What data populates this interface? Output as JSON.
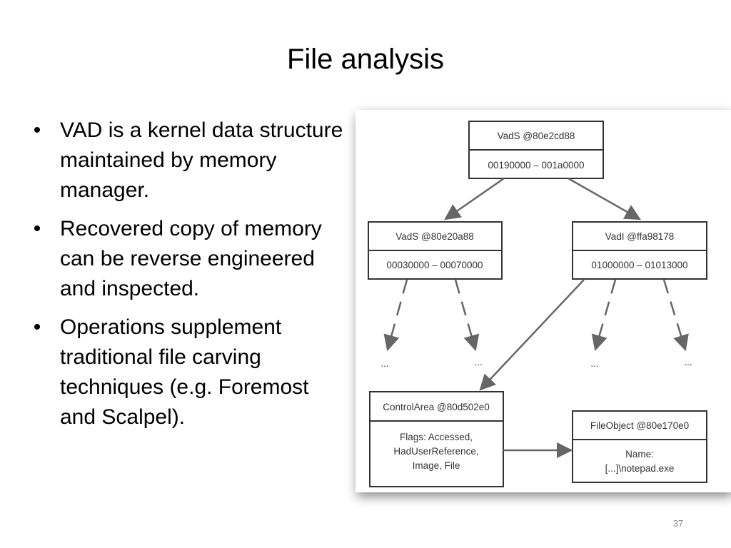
{
  "slide": {
    "title": "File analysis",
    "page_number": "37",
    "bullets": [
      "VAD is a kernel data structure maintained by memory manager.",
      "Recovered copy of memory can be reverse engineered and inspected.",
      "Operations supplement traditional file carving techniques (e.g. Foremost and Scalpel)."
    ],
    "bullet_char": "•"
  },
  "diagram": {
    "root": {
      "header": "VadS @80e2cd88",
      "body": "00190000 – 001a0000"
    },
    "left": {
      "header": "VadS @80e20a88",
      "body": "00030000 – 00070000"
    },
    "right": {
      "header": "VadI @ffa98178",
      "body": "01000000 – 01013000"
    },
    "ellipsis": "...",
    "control_area": {
      "header": "ControlArea @80d502e0",
      "body_lines": [
        "Flags: Accessed,",
        "HadUserReference,",
        "Image, File"
      ]
    },
    "file_object": {
      "header": "FileObject @80e170e0",
      "body_lines": [
        "Name:",
        "[...]\\notepad.exe"
      ]
    }
  }
}
